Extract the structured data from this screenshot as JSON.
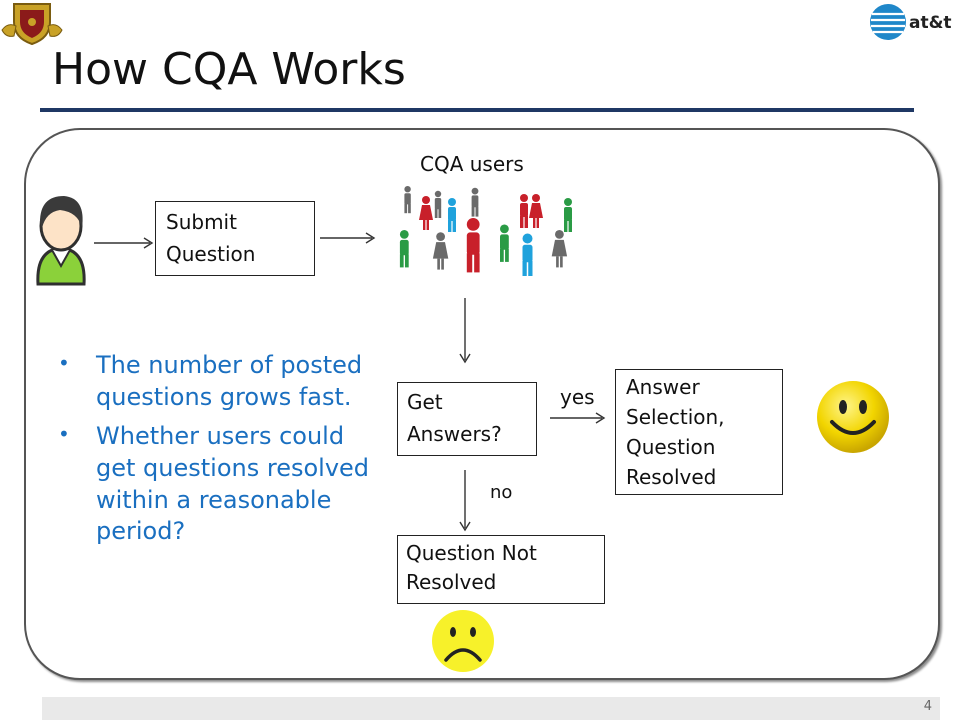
{
  "slide": {
    "title": "How CQA Works",
    "page_number": "4"
  },
  "diagram": {
    "users_label": "CQA users",
    "submit_box": {
      "line1": "Submit",
      "line2": "Question"
    },
    "get_answers_box": {
      "line1": "Get",
      "line2": "Answers?"
    },
    "answer_box": {
      "line1": "Answer",
      "line2": "Selection,",
      "line3": "Question",
      "line4": "Resolved"
    },
    "not_resolved_box": {
      "line1": "Question Not",
      "line2": "Resolved"
    },
    "yes_label": "yes",
    "no_label": "no"
  },
  "bullets": [
    "The number of posted questions grows fast.",
    "Whether users could get questions resolved within a reasonable period?"
  ],
  "logos": {
    "left": "university-crest",
    "right": "at&t"
  },
  "colors": {
    "title_rule": "#1f3864",
    "bullet_text": "#1a6fc0",
    "smiley": "#f2d500",
    "user_red": "#c8202a",
    "user_green": "#2a9b45",
    "user_blue": "#1fa2dc",
    "user_gray": "#6a6a6a"
  }
}
